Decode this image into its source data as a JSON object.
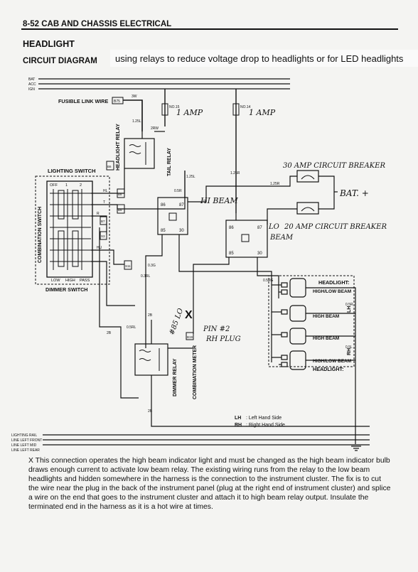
{
  "header": {
    "section": "8-52 CAB AND CHASSIS ELECTRICAL",
    "title": "HEADLIGHT",
    "subtitle": "CIRCUIT DIAGRAM",
    "note": "using relays to reduce voltage drop to headlights or for LED headlights"
  },
  "bus_labels": [
    "BAT",
    "ACC",
    "IGN"
  ],
  "bottom_labels": [
    "LIGHTING RAIL",
    "LINE LEFT FRONT",
    "LINE LEFT MID",
    "LINE LEFT REAR"
  ],
  "components": {
    "fusible_link": "FUSIBLE LINK WIRE",
    "fuse1": "NO.15",
    "fuse1_rating": "1 AMP",
    "fuse2": "NO.14",
    "fuse2_rating": "1 AMP",
    "headlight_relay": "HEADLIGHT RELAY",
    "tail_relay": "TAIL RELAY",
    "lighting_switch": "LIGHTING SWITCH",
    "combination_switch": "COMBINATION SWITCH",
    "dimmer_switch": "DIMMER SWITCH",
    "dimmer_relay": "DIMMER RELAY",
    "combination_meter": "COMBINATION METER",
    "hi_relay": "HI BEAM",
    "lo_relay": "LO",
    "lo_relay_2": "BEAM",
    "breaker1": "30 AMP CIRCUIT BREAKER",
    "breaker2": "20 AMP CIRCUIT BREAKER",
    "bat_plus": "BAT. +",
    "pin_note_1": "PIN #2",
    "pin_note_2": "RH PLUG",
    "note_85": "#85 LO",
    "x_mark": "X"
  },
  "switch_labels": {
    "off": "OFF",
    "pos1": "1",
    "pos2": "2",
    "low": "LOW",
    "high": "HIGH",
    "pass": "PASS",
    "hu": "HU",
    "hl": "HL",
    "r": "R",
    "t": "T"
  },
  "relay_pins": [
    "86",
    "87",
    "85",
    "30"
  ],
  "headlights": {
    "top": "HEADLIGHT:",
    "bottom": "HEADLIGHT:",
    "lh": "LH",
    "rh": "RH",
    "h1": "HIGH/LOW BEAM",
    "h2": "HIGH BEAM",
    "h3": "HIGH BEAM",
    "h4": "HIGH/LOW BEAM"
  },
  "legend": {
    "lh": "LH",
    "lh_text": ": Left Hand Side",
    "rh": "RH",
    "rh_text": ": Right Hand Side"
  },
  "wire_labels": [
    "3W",
    "1.25L",
    "2RW",
    "0.5R",
    "1.25L",
    "1.25R",
    "1.25R",
    "0.5RG",
    "2B",
    "0.3RL",
    "0.3G",
    "2B",
    "0.5RL",
    "2B",
    "0.5R",
    "0.5L"
  ],
  "connector_ids": [
    "B75",
    "B6",
    "B8",
    "B9",
    "B7",
    "S3",
    "S11",
    "B19"
  ],
  "footnote": "X  This connection operates the high beam indicator light and must be changed as the high beam indicator bulb draws enough current to activate low beam relay.   The existing wiring runs from the relay to the low beam headlights and hidden somewhere in the harness is the connection to the instrument cluster.  The fix is to cut the wire near the plug  in the back of the instrument panel  (plug at the right end of instrument cluster) and splice a wire on the end that goes to the instrument cluster and attach it to high beam relay output.  Insulate the terminated end in the harness as it is a hot wire at times."
}
